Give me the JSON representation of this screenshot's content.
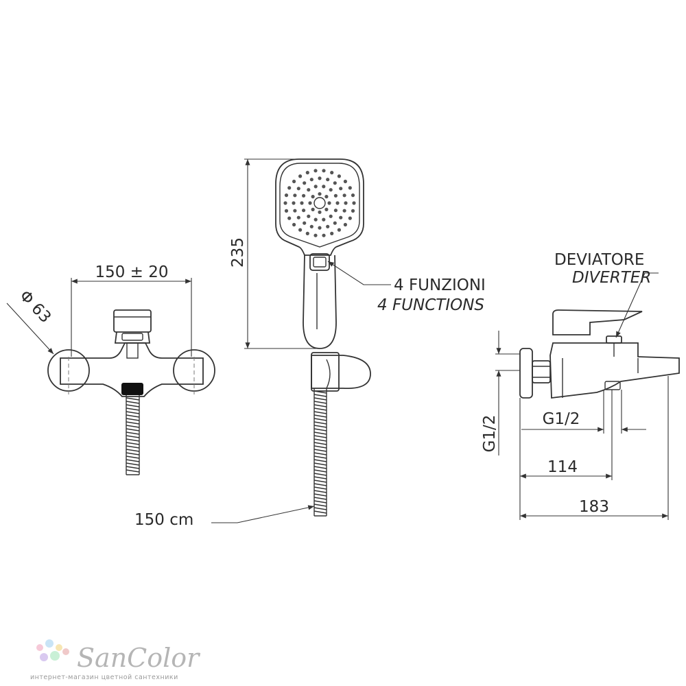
{
  "labels": {
    "width_dim": "150 ± 20",
    "diameter": "Φ 63",
    "hose_length": "150 cm",
    "height_dim": "235",
    "functions_it": "4 FUNZIONI",
    "functions_en": "4 FUNCTIONS",
    "diverter_it": "DEVIATORE",
    "diverter_en": "DIVERTER",
    "thread_vertical": "G1/2",
    "thread_horizontal": "G1/2",
    "dim_114": "114",
    "dim_183": "183"
  },
  "logo": {
    "brand": "SanColor",
    "tagline": "интернет-магазин цветной сантехники",
    "dot_colors": [
      "#f6c9d8",
      "#c9e4f6",
      "#f7e6b3",
      "#d9c9f0",
      "#c9f0d6",
      "#f0c9c9"
    ]
  }
}
